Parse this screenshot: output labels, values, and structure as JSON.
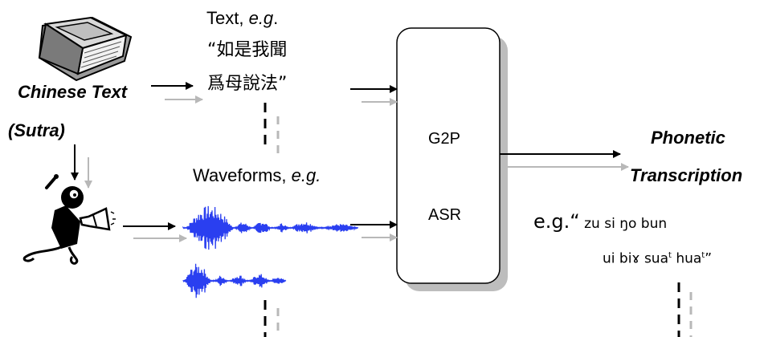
{
  "inputs": {
    "chinese_text_label": "Chinese Text",
    "sutra_label": "(Sutra)"
  },
  "text_example": {
    "prefix": "Text, ",
    "eg": "e.g",
    "suffix": ".",
    "line1": "“如是我聞",
    "line2": "爲母說法”"
  },
  "waveform_example": {
    "prefix": "Waveforms, ",
    "eg": "e.g."
  },
  "system": {
    "g2p_label": "G2P",
    "asr_label": "ASR"
  },
  "output": {
    "line1": "Phonetic",
    "line2": "Transcription",
    "eg_prefix": "e.g.“",
    "eg_line1": " zu si ŋo bun",
    "eg_line2_main": "ui biɤ sua",
    "eg_sup1": "t",
    "eg_mid": " hua",
    "eg_sup2": "t",
    "eg_close": "”"
  },
  "icons": [
    "book-icon",
    "speaker-with-megaphone-icon",
    "waveform-icon"
  ],
  "colors": {
    "waveform": "#2a3ff0",
    "arrow_dark": "#000000",
    "arrow_light": "#b8b8b8",
    "box_shadow": "#bdbdbd"
  }
}
